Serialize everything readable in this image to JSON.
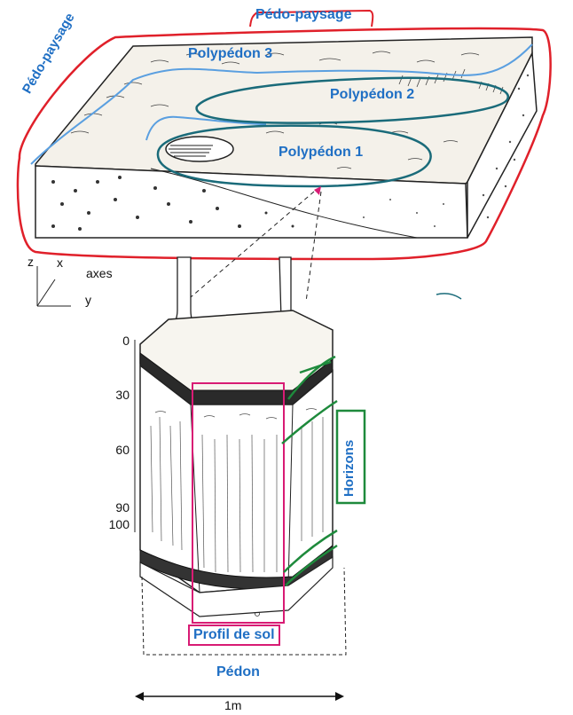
{
  "labels": {
    "pedo_paysage_top": "Pédo-paysage",
    "pedo_paysage_side": "Pédo-paysage",
    "polypedon_3": "Polypédon 3",
    "polypedon_2": "Polypédon 2",
    "polypedon_1": "Polypédon 1",
    "horizons": "Horizons",
    "profil_de_sol": "Profil de sol",
    "pedon": "Pédon",
    "scale": "1m"
  },
  "axes": {
    "z": "z",
    "x": "x",
    "y": "y",
    "label": "axes"
  },
  "depth_ticks": [
    "0",
    "30",
    "60",
    "90",
    "100"
  ],
  "colors": {
    "red_outline": "#e0202a",
    "blue": "#1f6fc4",
    "teal": "#1a6b7a",
    "pink": "#d81b74",
    "green": "#1e8a3c",
    "ink": "#222222"
  }
}
